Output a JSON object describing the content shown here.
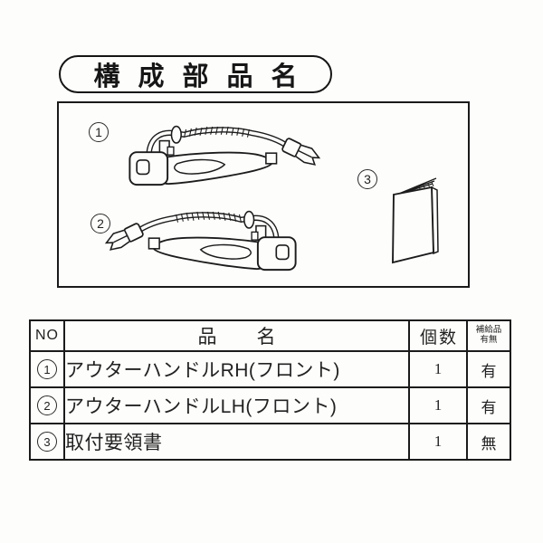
{
  "colors": {
    "ink": "#1d1d1d",
    "paper": "#fdfdfc"
  },
  "title": "構成部品名",
  "diagram": {
    "callouts": [
      "1",
      "2",
      "3"
    ]
  },
  "table": {
    "headers": {
      "no": "NO",
      "name": "品名",
      "qty": "個数",
      "supply_top": "補給品",
      "supply_bottom": "有無"
    },
    "rows": [
      {
        "no": "1",
        "name": "アウターハンドルRH(フロント)",
        "qty": "1",
        "supply": "有"
      },
      {
        "no": "2",
        "name": "アウターハンドルLH(フロント)",
        "qty": "1",
        "supply": "有"
      },
      {
        "no": "3",
        "name": "取付要領書",
        "qty": "1",
        "supply": "無"
      }
    ]
  }
}
